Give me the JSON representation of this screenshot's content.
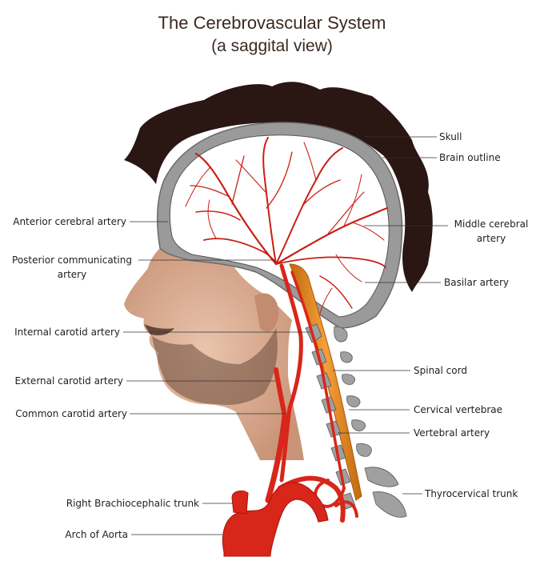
{
  "title": "The Cerebrovascular System",
  "subtitle": "(a saggital view)",
  "labels": {
    "skull": "Skull",
    "brain_outline": "Brain outline",
    "anterior_cerebral": "Anterior cerebral artery",
    "middle_cerebral_1": "Middle cerebral",
    "middle_cerebral_2": "artery",
    "posterior_comm_1": "Posterior communicating",
    "posterior_comm_2": "artery",
    "basilar": "Basilar artery",
    "internal_carotid": "Internal carotid artery",
    "spinal_cord": "Spinal cord",
    "external_carotid": "External carotid artery",
    "cervical_vertebrae": "Cervical vertebrae",
    "common_carotid": "Common carotid artery",
    "vertebral": "Vertebral artery",
    "thyrocervical": "Thyrocervical trunk",
    "right_brachiocephalic": "Right Brachiocephalic trunk",
    "arch_of_aorta": "Arch of Aorta"
  },
  "colors": {
    "artery": "#d8261a",
    "artery_dark": "#a5120c",
    "skull": "#9a9a9a",
    "hair": "#2a1612",
    "skin": "#e2b9a1",
    "spinal_cord": "#e8891e",
    "vertebra": "#9b9b9b"
  }
}
